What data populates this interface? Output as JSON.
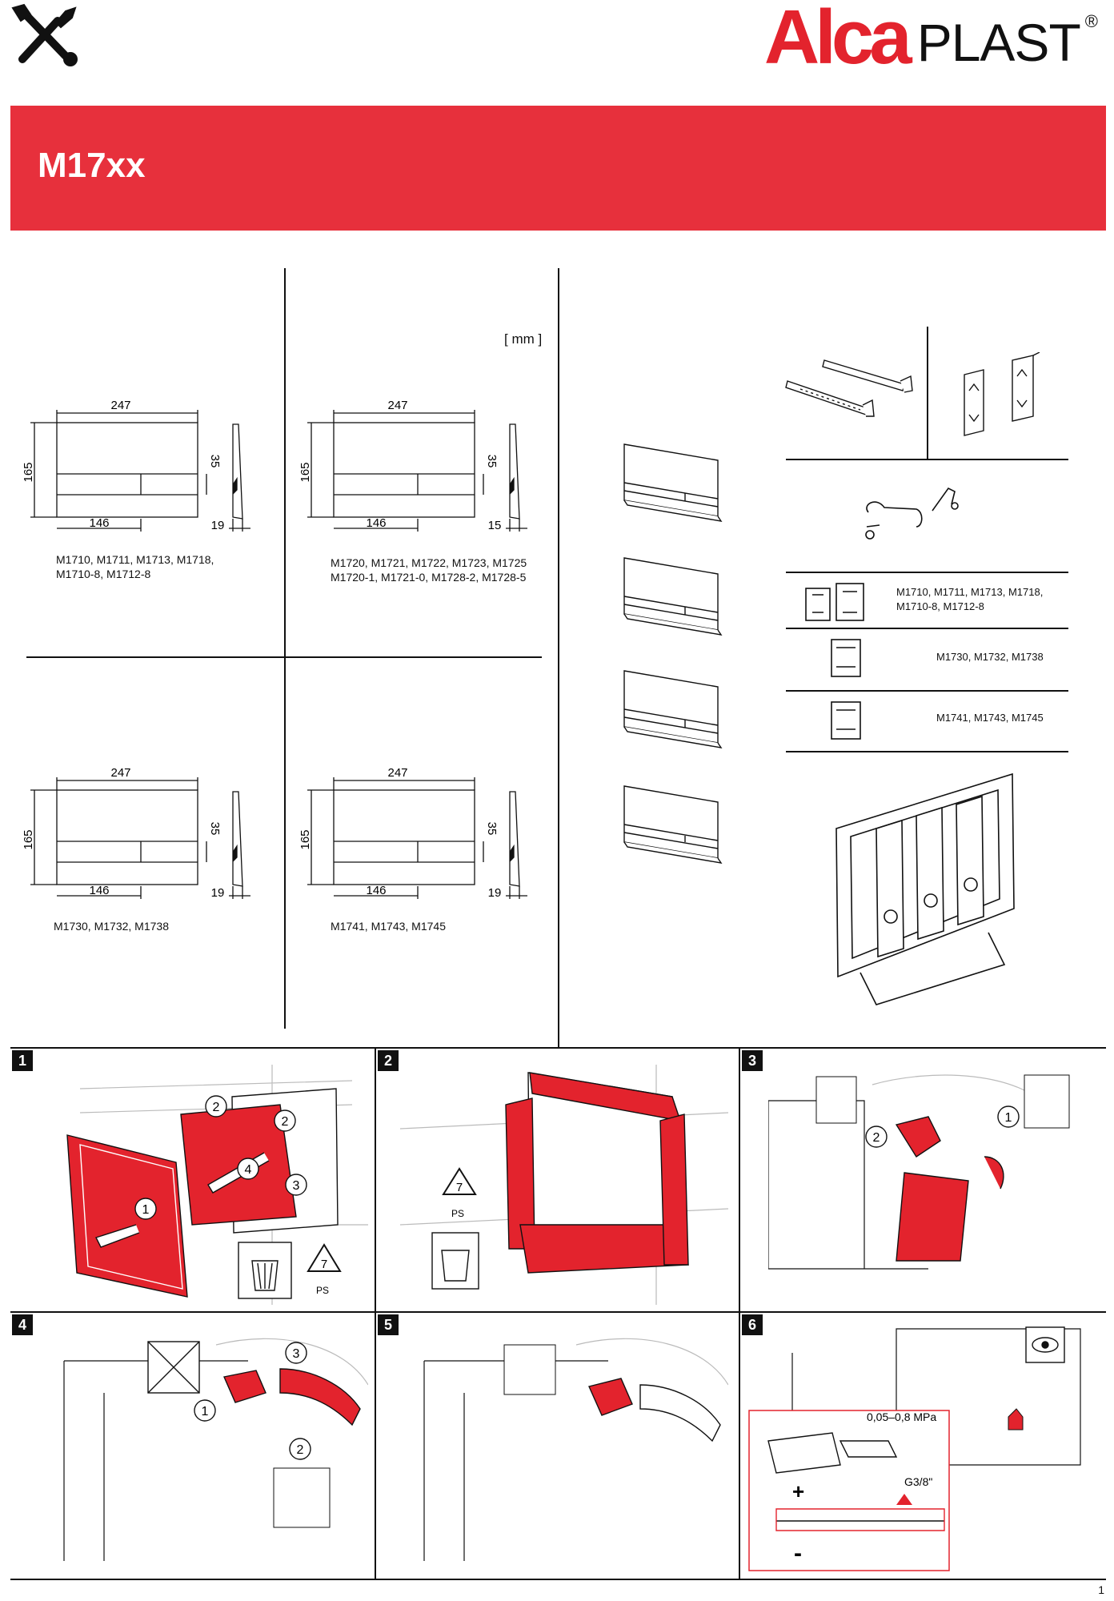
{
  "brand": {
    "name_red": "Alca",
    "name_black": "PLAST",
    "registered": "®"
  },
  "header": {
    "title": "M17xx"
  },
  "units": "[ mm ]",
  "drawings": [
    {
      "width": "247",
      "height": "165",
      "button": "35",
      "half": "146",
      "depth": "19",
      "models": [
        "M1710, M1711, M1713, M1718,",
        "M1710-8, M1712-8"
      ]
    },
    {
      "width": "247",
      "height": "165",
      "button": "35",
      "half": "146",
      "depth": "15",
      "models": [
        "M1720, M1721, M1722, M1723, M1725",
        "M1720-1, M1721-0, M1728-2, M1728-5"
      ]
    },
    {
      "width": "247",
      "height": "165",
      "button": "35",
      "half": "146",
      "depth": "19",
      "models": [
        "M1730, M1732, M1738"
      ]
    },
    {
      "width": "247",
      "height": "165",
      "button": "35",
      "half": "146",
      "depth": "19",
      "models": [
        "M1741, M1743, M1745"
      ]
    }
  ],
  "parts_table": [
    {
      "models": [
        "M1710, M1711, M1713, M1718,",
        "M1710-8, M1712-8"
      ]
    },
    {
      "models": [
        "M1730, M1732, M1738"
      ]
    },
    {
      "models": [
        "M1741, M1743, M1745"
      ]
    }
  ],
  "steps": [
    {
      "number": "1",
      "recycle": "7",
      "recycle_label": "PS",
      "callouts": [
        "1",
        "2",
        "2",
        "3",
        "4"
      ]
    },
    {
      "number": "2",
      "recycle": "7",
      "recycle_label": "PS"
    },
    {
      "number": "3",
      "callouts": [
        "1",
        "2"
      ]
    },
    {
      "number": "4",
      "callouts": [
        "1",
        "2",
        "3"
      ]
    },
    {
      "number": "5"
    },
    {
      "number": "6",
      "pressure": "0,05–0,8 MPa",
      "thread": "G3/8\"",
      "plus": "+",
      "minus": "-"
    }
  ],
  "page_number": "1",
  "colors": {
    "accent": "#e7303c",
    "ink": "#111111"
  }
}
